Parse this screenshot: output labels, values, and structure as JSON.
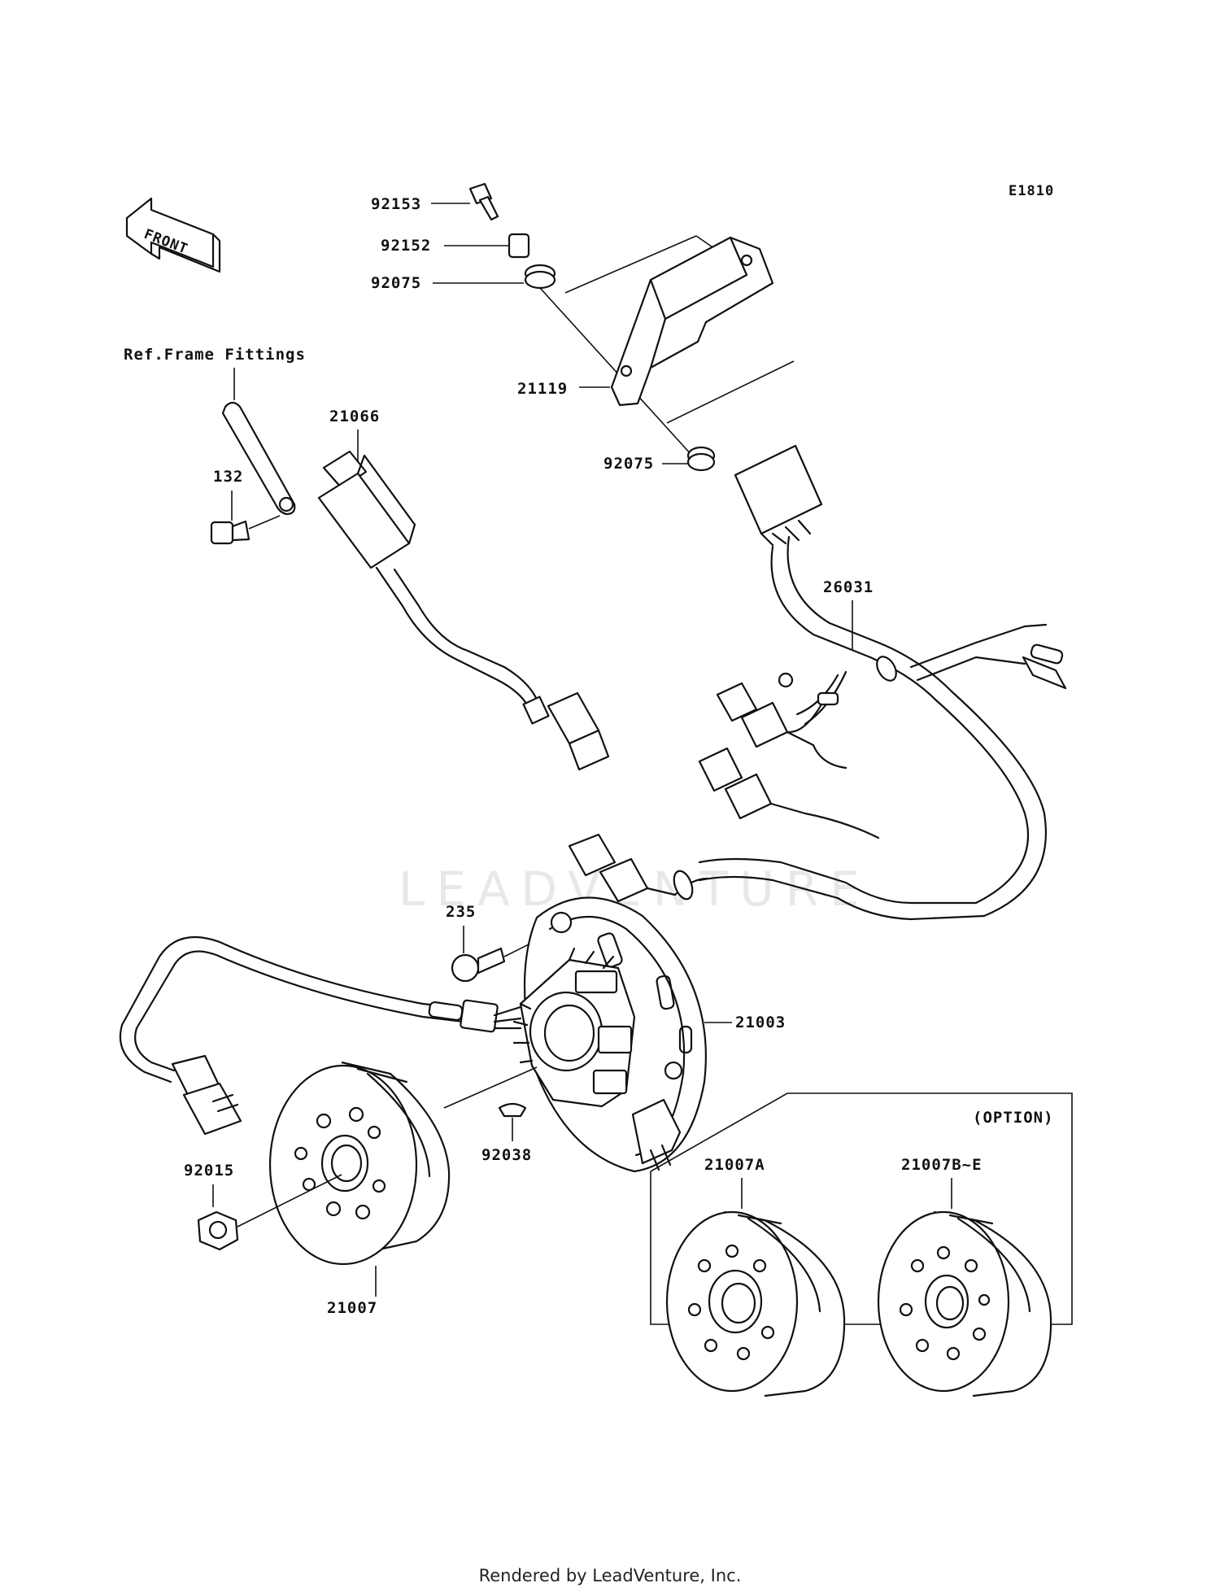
{
  "diagram_code": "E1810",
  "front_label": "FRONT",
  "ref_note": "Ref.Frame Fittings",
  "option_label": "(OPTION)",
  "watermark": "LEADVENTURE",
  "footer": "Rendered by LeadVenture, Inc.",
  "parts": {
    "p92153": "92153",
    "p92152": "92152",
    "p92075a": "92075",
    "p21119": "21119",
    "p92075b": "92075",
    "p21066": "21066",
    "p132": "132",
    "p26031": "26031",
    "p235": "235",
    "p21003": "21003",
    "p92038": "92038",
    "p92015": "92015",
    "p21007": "21007",
    "p21007A": "21007A",
    "p21007BE": "21007B~E"
  }
}
